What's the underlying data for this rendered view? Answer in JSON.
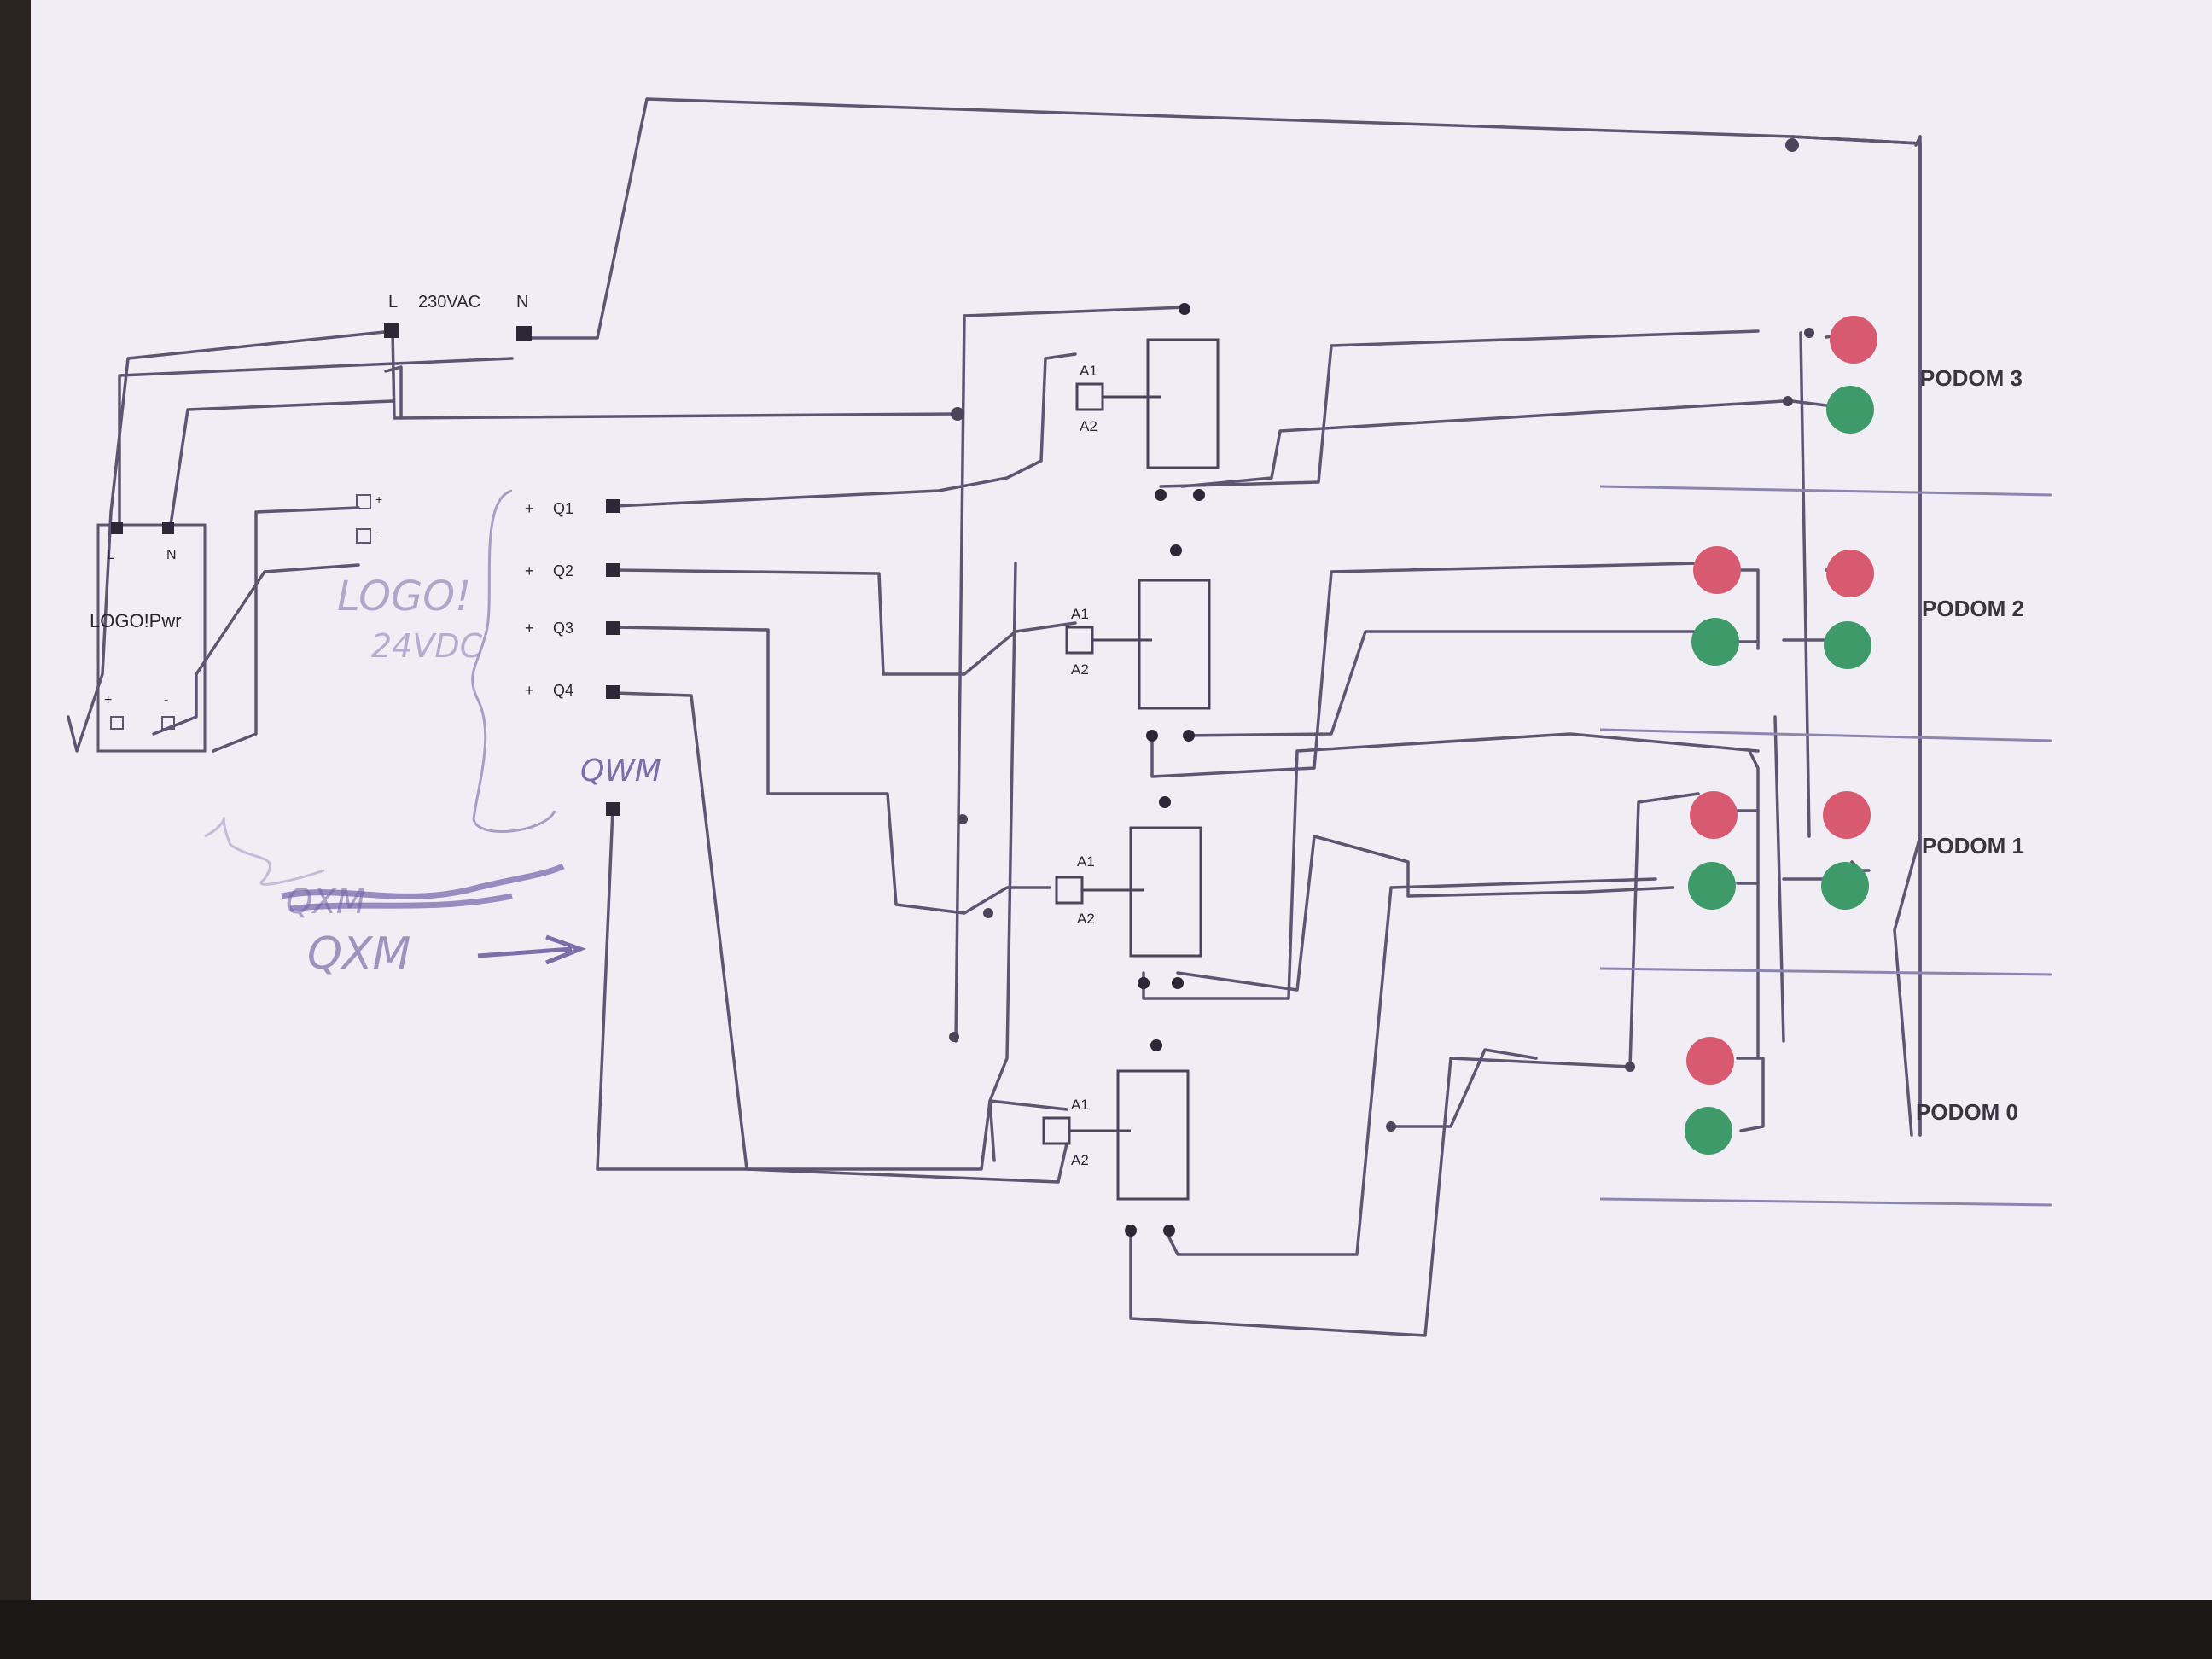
{
  "power": {
    "l_label": "L",
    "voltage_label": "230VAC",
    "n_label": "N"
  },
  "psu": {
    "top_left": "L",
    "top_right": "N",
    "model": "LOGO!Pwr",
    "bottom_left": "+",
    "bottom_right": "-"
  },
  "logo": {
    "name": "LOGO!",
    "voltage": "24VDC",
    "supply_plus": "+",
    "supply_minus": "-",
    "outputs": [
      {
        "sign": "+",
        "label": "Q1"
      },
      {
        "sign": "+",
        "label": "Q2"
      },
      {
        "sign": "+",
        "label": "Q3"
      },
      {
        "sign": "+",
        "label": "Q4"
      }
    ],
    "extra_output": "QWM",
    "crossed_note": "QXM",
    "arrow_note": "QXM"
  },
  "relays": [
    {
      "a1": "A1",
      "a2": "A2"
    },
    {
      "a1": "A1",
      "a2": "A2"
    },
    {
      "a1": "A1",
      "a2": "A2"
    },
    {
      "a1": "A1",
      "a2": "A2"
    }
  ],
  "floors": [
    {
      "label": "PODOM 3"
    },
    {
      "label": "PODOM 2"
    },
    {
      "label": "PODOM 1"
    },
    {
      "label": "PODOM 0"
    }
  ],
  "colors": {
    "paper": "#f1edf4",
    "wire": "#5c5670",
    "red_lamp": "#d85a70",
    "green_lamp": "#3f9a6a",
    "ink": "#7a6fa8",
    "floor_line": "#8a86b0"
  }
}
